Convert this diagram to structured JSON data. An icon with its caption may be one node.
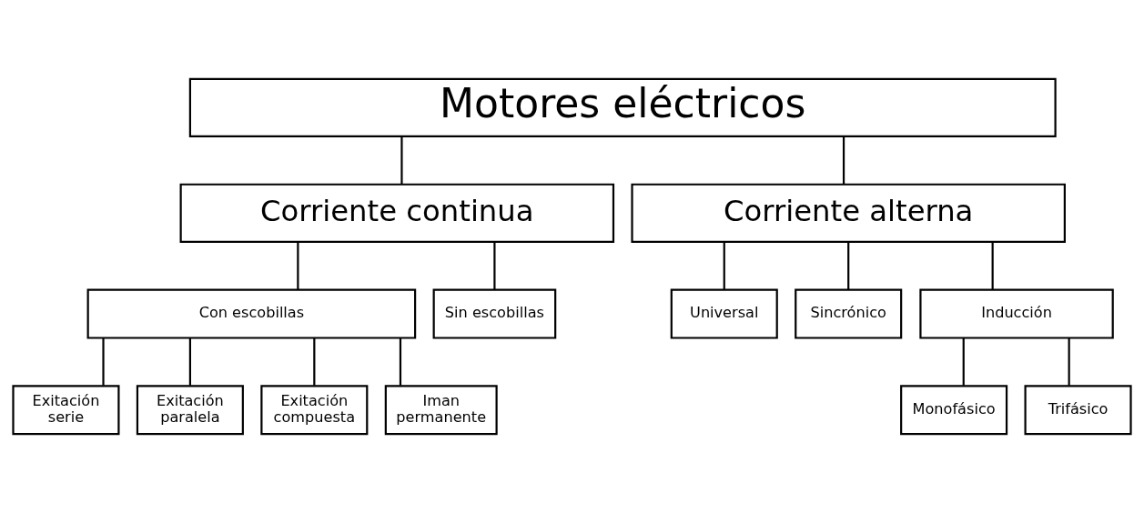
{
  "diagram": {
    "nodes": [
      {
        "text": [
          "Motores eléctricos"
        ]
      },
      {
        "text": [
          "Corriente continua"
        ]
      },
      {
        "text": [
          "Corriente alterna"
        ]
      },
      {
        "text": [
          "Con escobillas"
        ]
      },
      {
        "text": [
          "Sin escobillas"
        ]
      },
      {
        "text": [
          "Universal"
        ]
      },
      {
        "text": [
          "Sincrónico"
        ]
      },
      {
        "text": [
          "Inducción"
        ]
      },
      {
        "text": [
          "Exitación serie"
        ]
      },
      {
        "text": [
          "Exitación paralela"
        ]
      },
      {
        "text": [
          "Exitación compuesta"
        ]
      },
      {
        "text": [
          "Iman permanente"
        ]
      },
      {
        "text": [
          "Monofásico"
        ]
      },
      {
        "text": [
          "Trifásico"
        ]
      }
    ],
    "edges": [
      {
        "from": 0,
        "to": 1,
        "arrow": "none"
      },
      {
        "from": 0,
        "to": 2,
        "arrow": "none"
      },
      {
        "from": 1,
        "to": 3,
        "arrow": "none"
      },
      {
        "from": 1,
        "to": 4,
        "arrow": "none"
      },
      {
        "from": 2,
        "to": 5,
        "arrow": "none"
      },
      {
        "from": 2,
        "to": 6,
        "arrow": "none"
      },
      {
        "from": 2,
        "to": 7,
        "arrow": "none"
      },
      {
        "from": 3,
        "to": 8,
        "arrow": "none"
      },
      {
        "from": 3,
        "to": 9,
        "arrow": "none"
      },
      {
        "from": 3,
        "to": 10,
        "arrow": "none"
      },
      {
        "from": 3,
        "to": 11,
        "arrow": "none"
      },
      {
        "from": 7,
        "to": 12,
        "arrow": "none"
      },
      {
        "from": 7,
        "to": 13,
        "arrow": "none"
      }
    ]
  }
}
